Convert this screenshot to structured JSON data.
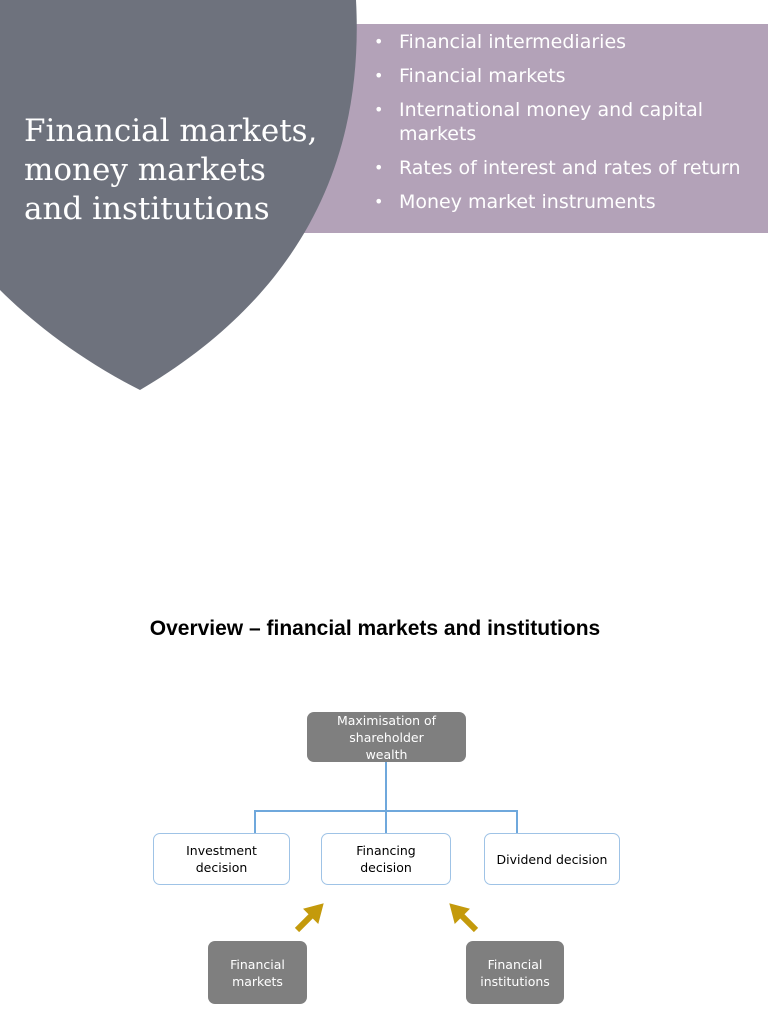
{
  "slide1": {
    "title": "Financial markets, money markets and institutions",
    "topics": [
      "Financial intermediaries",
      "Financial markets",
      "International money and capital markets",
      "Rates of interest and rates of return",
      "Money market instruments"
    ],
    "bullet": "•",
    "colors": {
      "shield": "#6e727d",
      "band": "#b3a2b8",
      "text": "#ffffff"
    }
  },
  "slide2": {
    "title": "Overview – financial markets and institutions",
    "top_node": "Maximisation of shareholder wealth",
    "decisions": [
      "Investment decision",
      "Financing decision",
      "Dividend decision"
    ],
    "sources": [
      "Financial markets",
      "Financial institutions"
    ],
    "colors": {
      "dark_node": "#7f7f7f",
      "light_border": "#9fc3e6",
      "connector": "#6fa8dc",
      "arrow": "#c49a0c"
    }
  }
}
